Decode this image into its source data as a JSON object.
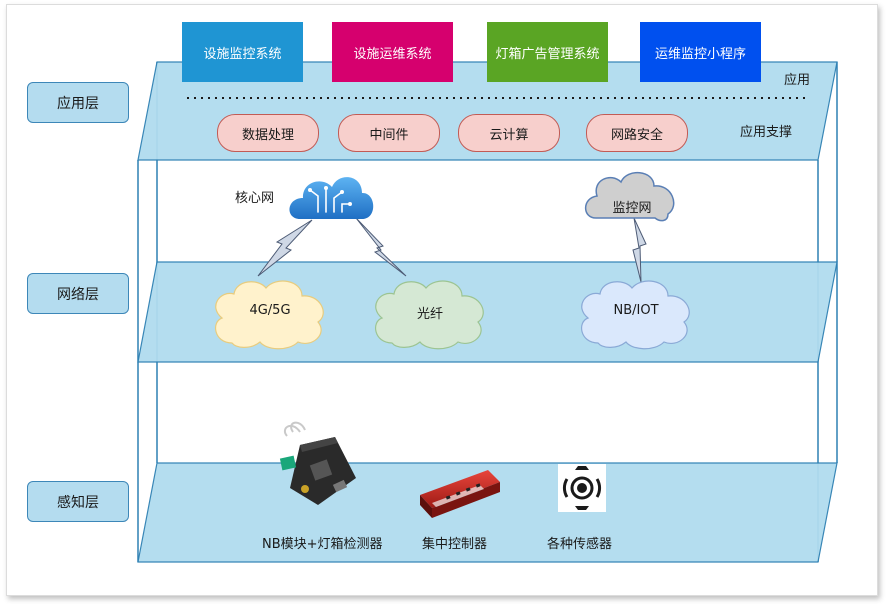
{
  "layers": {
    "application": "应用层",
    "network": "网络层",
    "perception": "感知层"
  },
  "apps": [
    {
      "label": "设施监控系统",
      "color": "#1f95d3"
    },
    {
      "label": "设施运维系统",
      "color": "#d6006e"
    },
    {
      "label": "灯箱广告管理系统",
      "color": "#5aa524"
    },
    {
      "label": "运维监控小程序",
      "color": "#0050ef"
    }
  ],
  "app_plane": {
    "apps_title": "应用",
    "support_title": "应用支撑",
    "support_items": [
      "数据处理",
      "中间件",
      "云计算",
      "网路安全"
    ]
  },
  "network_plane": {
    "core_network": "核心网",
    "monitor_network": "监控网",
    "access": [
      "4G/5G",
      "光纤",
      "NB/IOT"
    ]
  },
  "devices": [
    {
      "label": "NB模块+灯箱检测器",
      "icon": "circuit-board-icon"
    },
    {
      "label": "集中控制器",
      "icon": "controller-icon"
    },
    {
      "label": "各种传感器",
      "icon": "sensor-icon"
    }
  ],
  "colors": {
    "plane_fill": "#b1dcef",
    "plane_stroke": "#2e80b3",
    "pill_fill": "#f7cfcc",
    "cloud_yellow": "#fff2cc",
    "cloud_green": "#d5e8d4",
    "cloud_blue": "#dae8fc",
    "cloud_gray": "#cfcfcf"
  }
}
